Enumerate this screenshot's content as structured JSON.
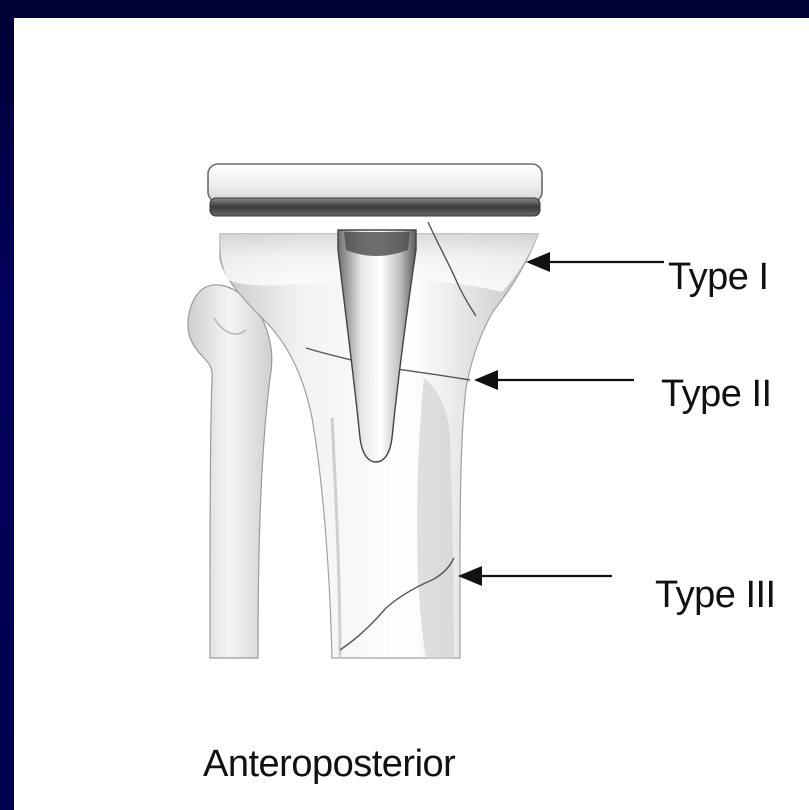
{
  "labels": {
    "type1": "Type I",
    "type2": "Type II",
    "type3": "Type III",
    "caption": "Anteroposterior"
  },
  "colors": {
    "background": "#000049",
    "panel": "#ffffff",
    "tray_band": "#4a4a4a",
    "bone_shade": "#bdbdbd",
    "text": "#111111"
  }
}
